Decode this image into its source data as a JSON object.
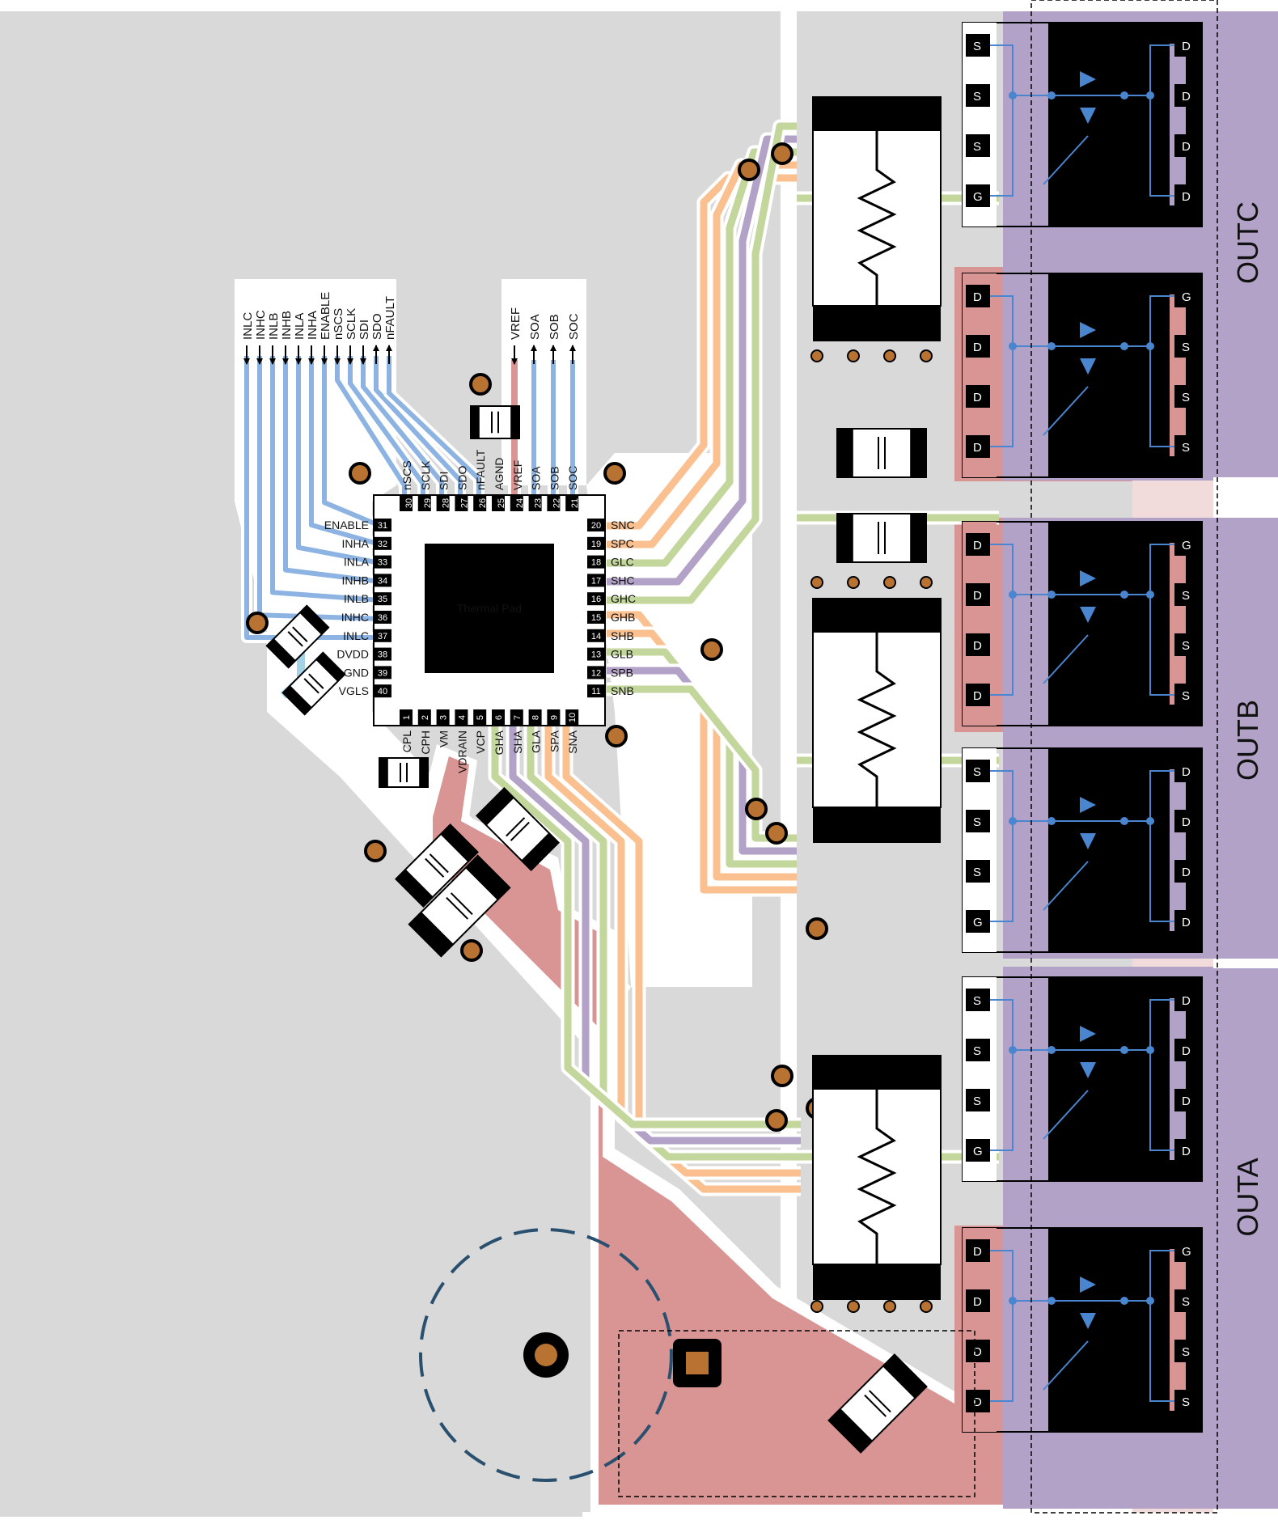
{
  "ic": {
    "center_label": "Thermal Pad",
    "top": [
      {
        "num": "30",
        "name": "nSCS"
      },
      {
        "num": "29",
        "name": "SCLK"
      },
      {
        "num": "28",
        "name": "SDI"
      },
      {
        "num": "27",
        "name": "SDO"
      },
      {
        "num": "26",
        "name": "nFAULT"
      },
      {
        "num": "25",
        "name": "AGND"
      },
      {
        "num": "24",
        "name": "VREF"
      },
      {
        "num": "23",
        "name": "SOA"
      },
      {
        "num": "22",
        "name": "SOB"
      },
      {
        "num": "21",
        "name": "SOC"
      }
    ],
    "left": [
      {
        "num": "31",
        "name": "ENABLE"
      },
      {
        "num": "32",
        "name": "INHA"
      },
      {
        "num": "33",
        "name": "INLA"
      },
      {
        "num": "34",
        "name": "INHB"
      },
      {
        "num": "35",
        "name": "INLB"
      },
      {
        "num": "36",
        "name": "INHC"
      },
      {
        "num": "37",
        "name": "INLC"
      },
      {
        "num": "38",
        "name": "DVDD"
      },
      {
        "num": "39",
        "name": "GND"
      },
      {
        "num": "40",
        "name": "VGLS"
      }
    ],
    "right": [
      {
        "num": "20",
        "name": "SNC"
      },
      {
        "num": "19",
        "name": "SPC"
      },
      {
        "num": "18",
        "name": "GLC"
      },
      {
        "num": "17",
        "name": "SHC"
      },
      {
        "num": "16",
        "name": "GHC"
      },
      {
        "num": "15",
        "name": "GHB"
      },
      {
        "num": "14",
        "name": "SHB"
      },
      {
        "num": "13",
        "name": "GLB"
      },
      {
        "num": "12",
        "name": "SPB"
      },
      {
        "num": "11",
        "name": "SNB"
      }
    ],
    "bottom": [
      {
        "num": "1",
        "name": "CPL"
      },
      {
        "num": "2",
        "name": "CPH"
      },
      {
        "num": "3",
        "name": "VM"
      },
      {
        "num": "4",
        "name": "VDRAIN"
      },
      {
        "num": "5",
        "name": "VCP"
      },
      {
        "num": "6",
        "name": "GHA"
      },
      {
        "num": "7",
        "name": "SHA"
      },
      {
        "num": "8",
        "name": "GLA"
      },
      {
        "num": "9",
        "name": "SPA"
      },
      {
        "num": "10",
        "name": "SNA"
      }
    ]
  },
  "left_connector": [
    "INLC",
    "INHC",
    "INLB",
    "INHB",
    "INLA",
    "INHA",
    "ENABLE",
    "nSCS",
    "SCLK",
    "SDI",
    "SDO",
    "nFAULT"
  ],
  "right_connector": [
    "VREF",
    "SOA",
    "SOB",
    "SOC"
  ],
  "mosfet_pins": {
    "source": "S",
    "drain": "D",
    "gate": "G"
  },
  "outputs": {
    "c": "OUTC",
    "b": "OUTB",
    "a": "OUTA"
  },
  "colors": {
    "board": "#d9d9d9",
    "clearance": "#ffffff",
    "power": "#d99594",
    "power_light": "#f2dcdb",
    "spi": "#8db3e2",
    "current_sense": "#fac090",
    "gate": "#c3d69b",
    "phase": "#b3a2c7",
    "vcp": "#a5d3e6",
    "via": "#b87333",
    "mosfet_diagram": "#4a86d0"
  }
}
